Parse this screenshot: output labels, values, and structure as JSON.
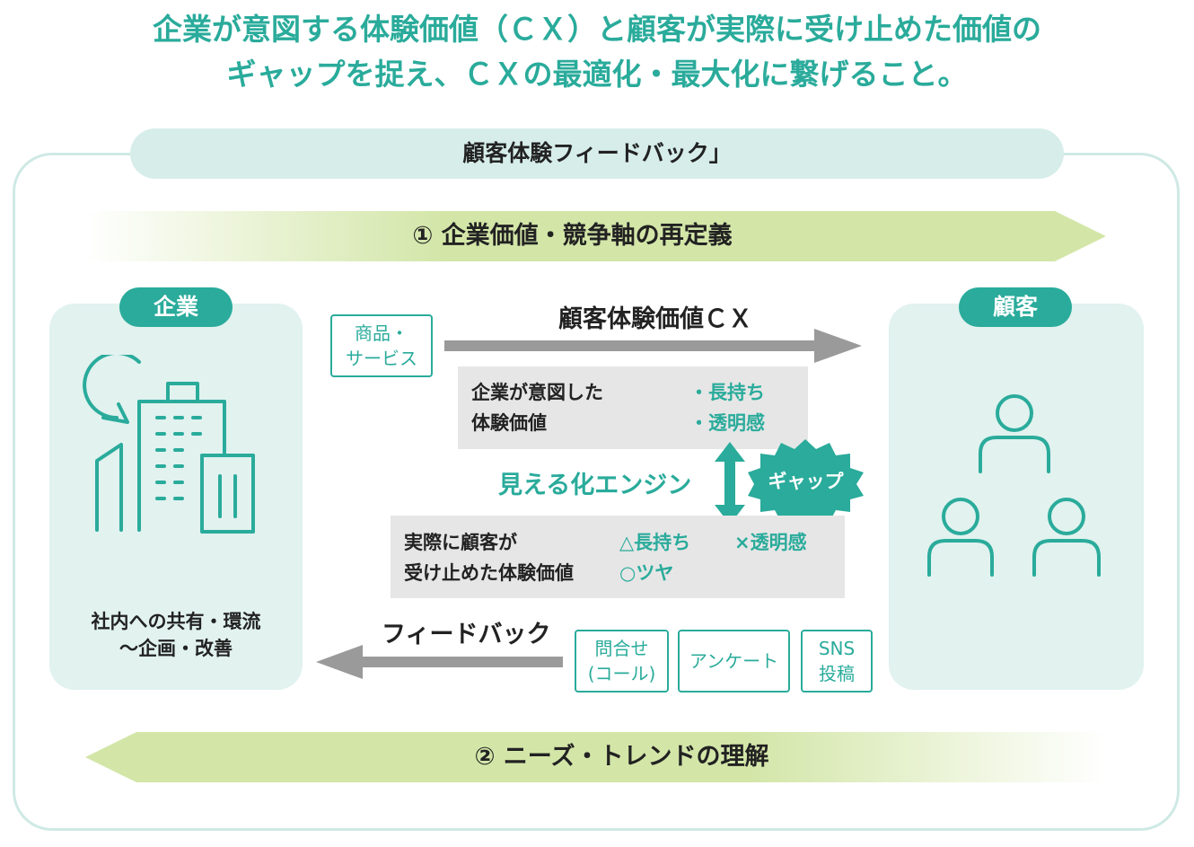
{
  "headline": {
    "line1": "企業が意図する体験価値（ＣＸ）と顧客が実際に受け止めた価値の",
    "line2": "ギャップを捉え、ＣＸの最適化・最大化に繋げること。"
  },
  "frame_title": "顧客体験フィードバック」",
  "band_top": "① 企業価値・競争軸の再定義",
  "band_bottom": "② ニーズ・トレンドの理解",
  "company": {
    "label": "企業",
    "caption_line1": "社内への共有・環流",
    "caption_line2": "〜企画・改善"
  },
  "customer": {
    "label": "顧客"
  },
  "product_tag": {
    "line1": "商品・",
    "line2": "サービス"
  },
  "cx_arrow_label": "顧客体験価値ＣＸ",
  "intended": {
    "label_line1": "企業が意図した",
    "label_line2": "体験価値",
    "item1": "・長持ち",
    "item2": "・透明感"
  },
  "engine_label": "見える化エンジン",
  "gap_badge": "ギャップ",
  "received": {
    "label_line1": "実際に顧客が",
    "label_line2": "受け止めた体験価値",
    "item1": "△長持ち",
    "item2": "×透明感",
    "item3": "○ツヤ"
  },
  "feedback_label": "フィードバック",
  "channels": [
    {
      "line1": "問合せ",
      "line2": "(コール)"
    },
    {
      "line1": "アンケート",
      "line2": ""
    },
    {
      "line1": "SNS",
      "line2": "投稿"
    }
  ],
  "colors": {
    "teal": "#2aab9b",
    "light_teal": "#e1f2ef",
    "band_green": "#d3e6a8",
    "grey_box": "#e6e6e6",
    "arrow_grey": "#9a9a9a"
  }
}
